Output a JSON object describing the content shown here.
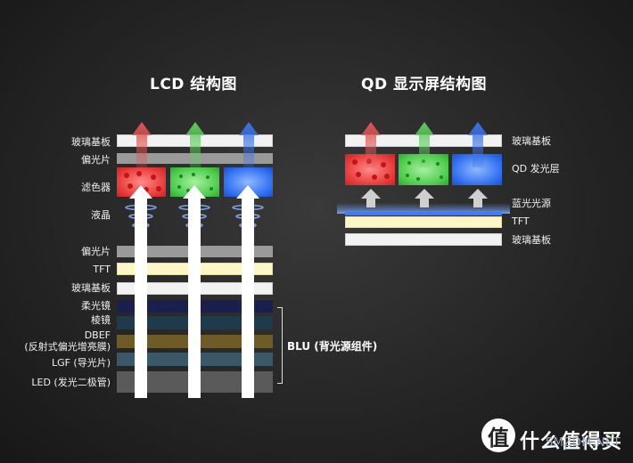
{
  "lcd": {
    "title": "LCD 结构图",
    "labels": {
      "glass_top": "玻璃基板",
      "polarizer_top": "偏光片",
      "color_filter": "滤色器",
      "liquid_crystal": "液晶",
      "polarizer_bottom": "偏光片",
      "tft": "TFT",
      "glass_bottom": "玻璃基板",
      "diffuser": "柔光镜",
      "prism": "棱镜",
      "dbef_line1": "DBEF",
      "dbef_line2": "(反射式偏光增亮膜)",
      "lgf": "LGF (导光片)",
      "led": "LED (发光二极管)"
    },
    "blu_label": "BLU (背光源组件)"
  },
  "qd": {
    "title": "QD 显示屏结构图",
    "labels": {
      "glass_top": "玻璃基板",
      "qd_layer": "QD 发光层",
      "blue_light": "蓝光光源",
      "tft": "TFT",
      "glass_bottom": "玻璃基板"
    }
  },
  "colors": {
    "red_arrow": "#e25555",
    "green_arrow": "#5fce5f",
    "blue_arrow": "#3d74e8",
    "white_arrow": "#ffffff",
    "qd_up_arrow": "#cfcfcf"
  },
  "brand": {
    "logo_char": "值",
    "name": "什么值得买",
    "watermark": "SMZDM.NET"
  }
}
